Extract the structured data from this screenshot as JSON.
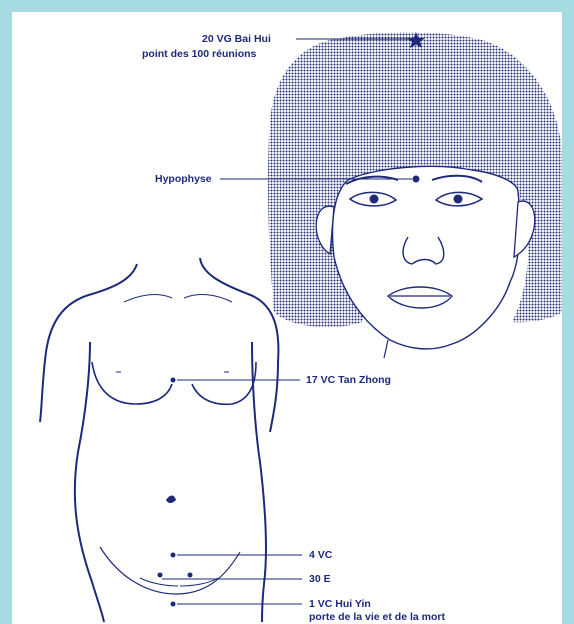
{
  "colors": {
    "background": "#a6dce1",
    "panel": "#ffffff",
    "ink": "#1d2a7a"
  },
  "labels": {
    "bai_hui_line1": "20 VG Bai Hui",
    "bai_hui_line2": "point des 100 réunions",
    "hypophyse": "Hypophyse",
    "tan_zhong": "17 VC Tan Zhong",
    "four_vc": "4 VC",
    "thirty_e": "30 E",
    "hui_yin_line1": "1 VC Hui Yin",
    "hui_yin_line2": "porte de la vie et de la mort"
  },
  "icons": {
    "bai_hui_marker": "star-icon",
    "point_marker": "dot-icon"
  }
}
